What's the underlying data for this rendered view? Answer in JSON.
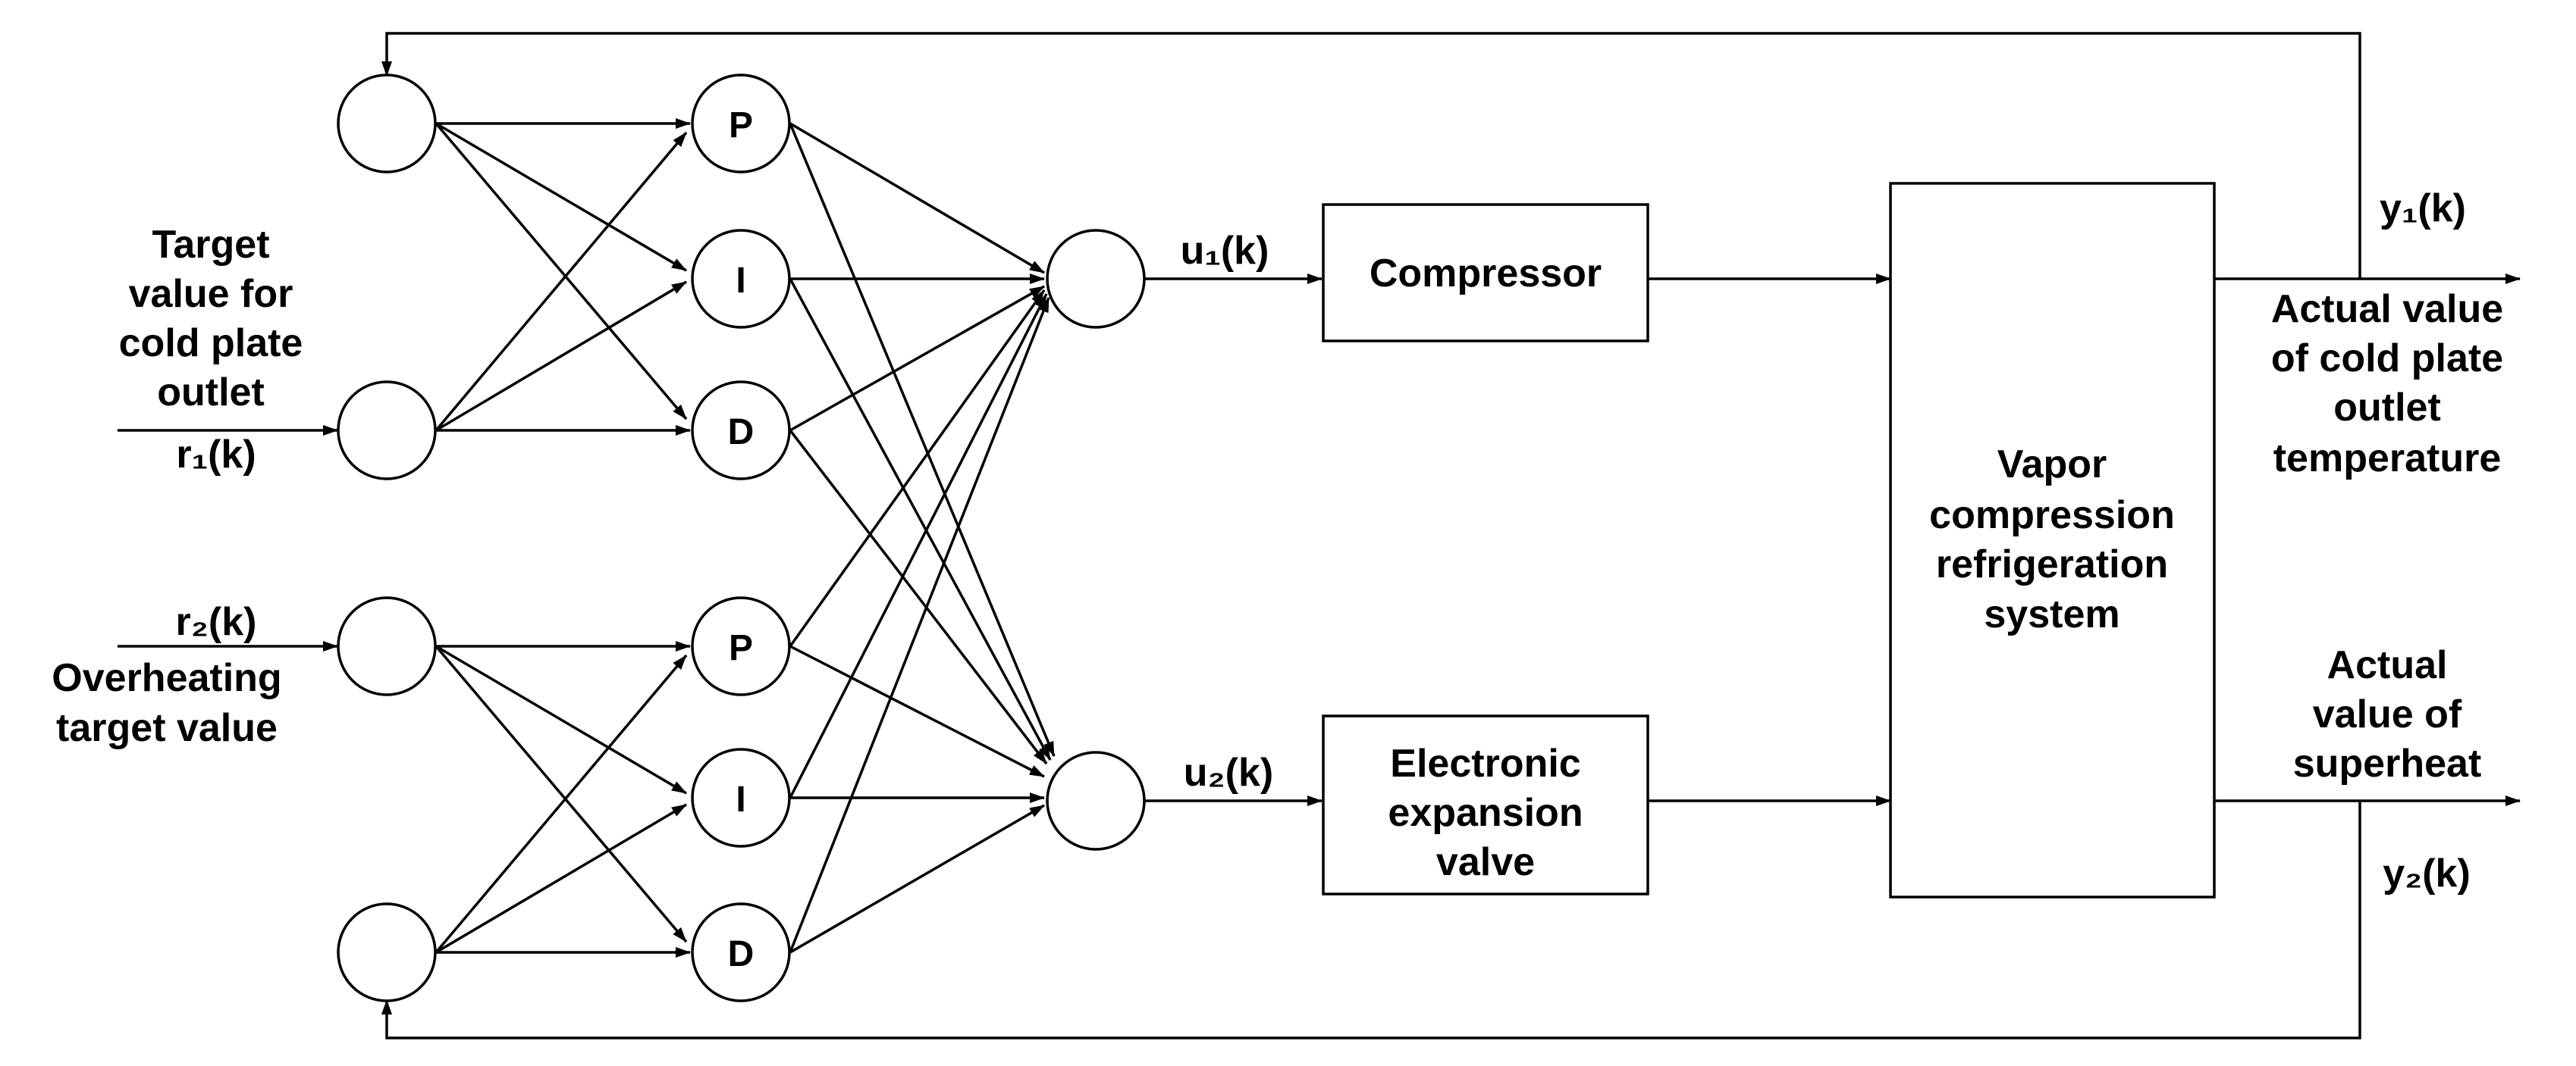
{
  "nodes": {
    "pid_top": [
      "P",
      "I",
      "D"
    ],
    "pid_bottom": [
      "P",
      "I",
      "D"
    ]
  },
  "blocks": {
    "compressor": [
      "Compressor"
    ],
    "eev": [
      "Electronic",
      "expansion",
      "valve"
    ],
    "plant": [
      "Vapor",
      "compression",
      "refrigeration",
      "system"
    ]
  },
  "inputs": {
    "r1_desc": [
      "Target",
      "value for",
      "cold plate",
      "outlet"
    ],
    "r1": "r₁(k)",
    "r2": "r₂(k)",
    "r2_desc": [
      "Overheating",
      "target value"
    ]
  },
  "signals": {
    "u1": "u₁(k)",
    "u2": "u₂(k)",
    "y1": "y₁(k)",
    "y2": "y₂(k)"
  },
  "outputs": {
    "y1_desc": [
      "Actual value",
      "of cold plate",
      "outlet",
      "temperature"
    ],
    "y2_desc": [
      "Actual",
      "value of",
      "superheat"
    ]
  },
  "colors": {
    "stroke": "#000000",
    "background": "#ffffff"
  }
}
